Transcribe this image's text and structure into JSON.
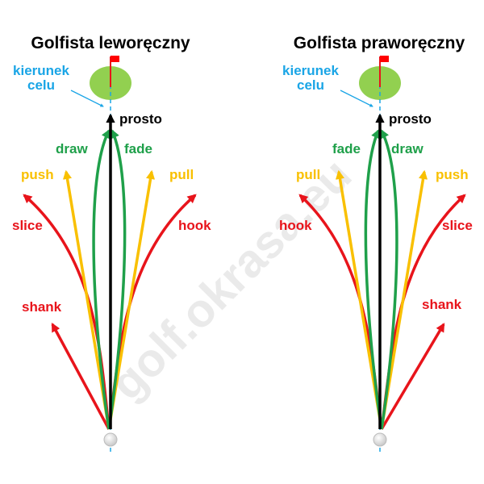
{
  "watermark": "golf.okrasa.eu",
  "colors": {
    "straight": "#000000",
    "draw_fade": "#1fa04a",
    "push_pull": "#f9c000",
    "slice_hook_shank": "#e8141b",
    "target": "#1aa5e6",
    "green": "#92d050",
    "flag": "#ff0000"
  },
  "panels": [
    {
      "title": "Golfista leworęczny",
      "target_line1": "kierunek",
      "target_line2": "celu",
      "labels": {
        "straight": "prosto",
        "curve_left": "draw",
        "curve_right": "fade",
        "push_left": "push",
        "push_right": "pull",
        "slice_left": "slice",
        "hook_right": "hook",
        "shank": "shank"
      }
    },
    {
      "title": "Golfista praworęczny",
      "target_line1": "kierunek",
      "target_line2": "celu",
      "labels": {
        "straight": "prosto",
        "curve_left": "fade",
        "curve_right": "draw",
        "push_left": "pull",
        "push_right": "push",
        "slice_left": "hook",
        "hook_right": "slice",
        "shank": "shank"
      }
    }
  ]
}
